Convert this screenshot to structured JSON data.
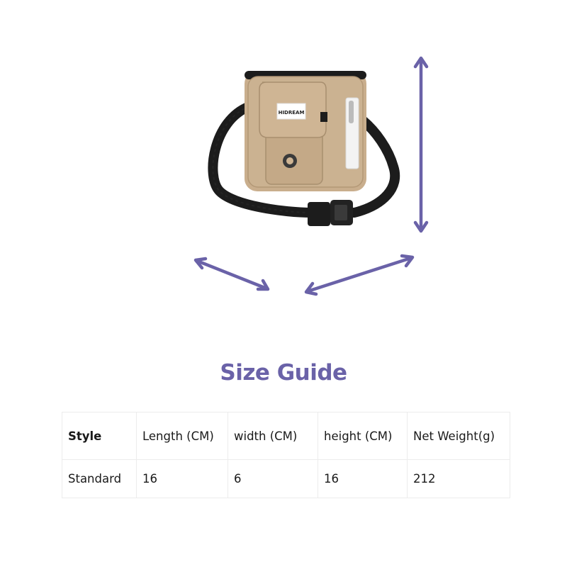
{
  "colors": {
    "accent": "#6a62a8",
    "bag_body": "#c9ae8d",
    "strap": "#1c1c1c"
  },
  "product": {
    "brand_label": "HIDREAM"
  },
  "title": "Size Guide",
  "table": {
    "headers": [
      "Style",
      "Length (CM)",
      "width (CM)",
      "height (CM)",
      "Net Weight(g)"
    ],
    "rows": [
      [
        "Standard",
        "16",
        "6",
        "16",
        "212"
      ]
    ]
  }
}
